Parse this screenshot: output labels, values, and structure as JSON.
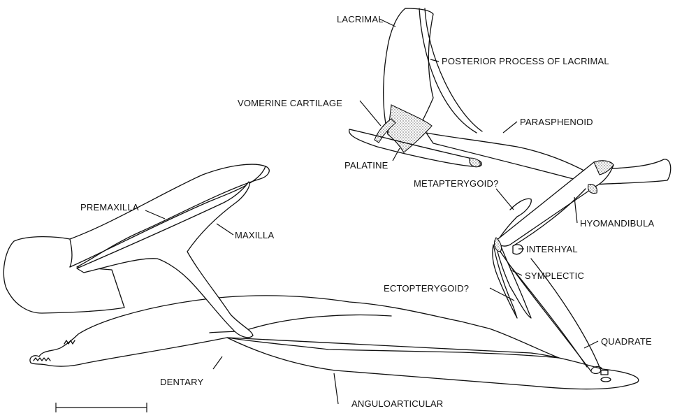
{
  "labels": {
    "lacrimal": "LACRIMAL",
    "posterior_process_of_lacrimal": "POSTERIOR PROCESS OF LACRIMAL",
    "vomerine_cartilage": "VOMERINE CARTILAGE",
    "parasphenoid": "PARASPHENOID",
    "palatine": "PALATINE",
    "metapterygoid": "METAPTERYGOID?",
    "premaxilla": "PREMAXILLA",
    "maxilla": "MAXILLA",
    "hyomandibula": "HYOMANDIBULA",
    "interhyal": "INTERHYAL",
    "symplectic": "SYMPLECTIC",
    "ectopterygoid": "ECTOPTERYGOID?",
    "quadrate": "QUADRATE",
    "dentary": "DENTARY",
    "anguloarticular": "ANGULOARTICULAR"
  },
  "colors": {
    "ink": "#111111",
    "background": "#ffffff"
  }
}
